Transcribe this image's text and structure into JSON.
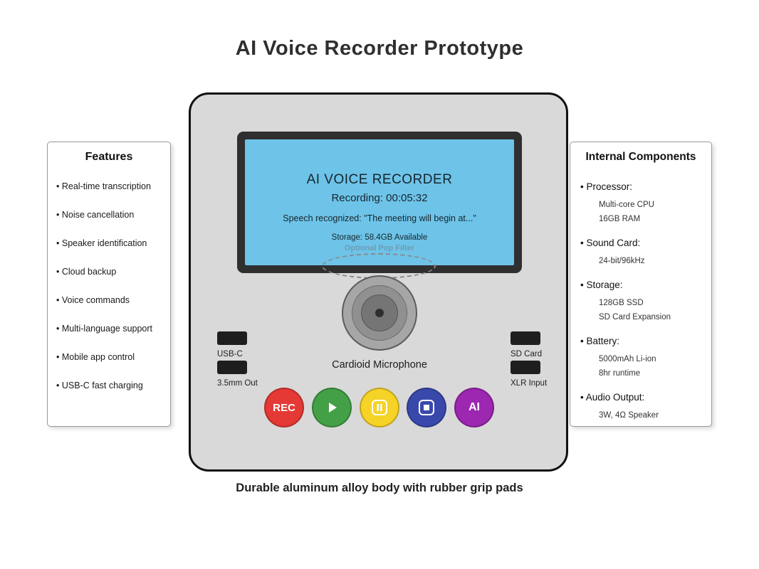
{
  "title": "AI Voice Recorder Prototype",
  "caption": "Durable aluminum alloy body with rubber grip pads",
  "features_panel": {
    "title": "Features",
    "items": [
      "Real-time transcription",
      "Noise cancellation",
      "Speaker identification",
      "Cloud backup",
      "Voice commands",
      "Multi-language support",
      "Mobile app control",
      "USB-C fast charging"
    ]
  },
  "components_panel": {
    "title": "Internal Components",
    "items": [
      {
        "label": "Processor:",
        "details": [
          "Multi-core CPU",
          "16GB RAM"
        ]
      },
      {
        "label": "Sound Card:",
        "details": [
          "24-bit/96kHz"
        ]
      },
      {
        "label": "Storage:",
        "details": [
          "128GB SSD",
          "SD Card Expansion"
        ]
      },
      {
        "label": "Battery:",
        "details": [
          "5000mAh Li-ion",
          "8hr runtime"
        ]
      },
      {
        "label": "Audio Output:",
        "details": [
          "3W, 4Ω Speaker"
        ]
      }
    ]
  },
  "device": {
    "screen": {
      "title": "AI VOICE RECORDER",
      "recording": "Recording: 00:05:32",
      "speech": "Speech recognized: \"The meeting will begin at...\"",
      "storage": "Storage: 58.4GB Available",
      "pop_filter": "Optional Pop Filter",
      "bg_color": "#6ec3e8"
    },
    "mic_label": "Cardioid Microphone",
    "ports": {
      "usb_c": "USB-C",
      "aux": "3.5mm Out",
      "sd": "SD Card",
      "xlr": "XLR Input"
    },
    "buttons": {
      "rec": "REC",
      "ai": "AI"
    },
    "colors": {
      "rec": "#e53935",
      "play": "#43a047",
      "pause": "#f5d327",
      "stop": "#3949ab",
      "ai": "#9c27b0"
    }
  }
}
